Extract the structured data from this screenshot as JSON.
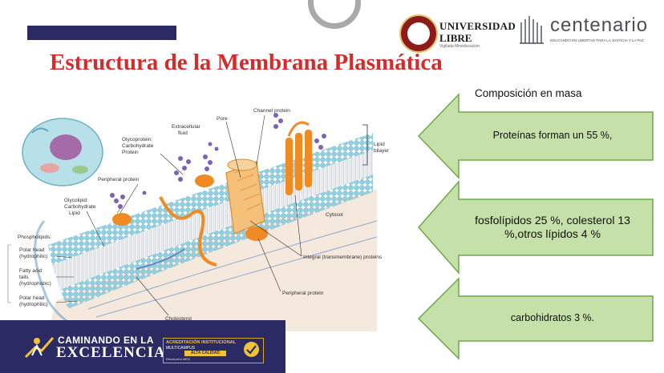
{
  "slide": {
    "title": "Estructura de la Membrana Plasmática"
  },
  "logos": {
    "universidad_line1": "UNIVERSIDAD",
    "universidad_line2": "LIBRE",
    "universidad_tagline": "Vigilada Mineducación",
    "centenario_name": "centenario",
    "centenario_tagline": "EDUCANDO EN LIBERTAD PARA LA JUSTICIA Y LA PAZ"
  },
  "composition": {
    "heading": "Composición en masa",
    "items": [
      "Proteínas forman un 55 %,",
      "fosfolípidos 25 %, colesterol 13 %,otros lípidos 4 %",
      "carbohidratos 3 %."
    ]
  },
  "diagram": {
    "labels": {
      "channel_protein": "Channel protein",
      "pore": "Pore",
      "extracellular_fluid_1": "Extracellular",
      "extracellular_fluid_2": "fluid",
      "glycoprotein_1": "Glycoprotein:",
      "glycoprotein_2": "Carbohydrate",
      "glycoprotein_3": "Protein",
      "peripheral_protein_top": "Peripheral protein",
      "glycolipid_1": "Glycolipid:",
      "glycolipid_2": "Carbohydrate",
      "glycolipid_3": "Lipid",
      "lipid_bilayer_1": "Lipid",
      "lipid_bilayer_2": "bilayer",
      "cytosol": "Cytosol",
      "phospholipids": "Phospholipids:",
      "polar_head_1a": "Polar head",
      "polar_head_1b": "(hydrophilic)",
      "fatty_acid_1": "Fatty acid",
      "fatty_acid_2": "tails",
      "fatty_acid_3": "(hydrophobic)",
      "polar_head_2a": "Polar head",
      "polar_head_2b": "(hydrophilic)",
      "integral_proteins": "Integral (transmembrane) proteins",
      "peripheral_protein_bottom": "Peripheral protein",
      "cholesterol": "Cholesterol"
    }
  },
  "banner": {
    "line1": "CAMINANDO EN LA",
    "line2": "EXCELENCIA",
    "acc_line1": "ACREDITACIÓN INSTITUCIONAL",
    "acc_line2": "MULTICAMPUS",
    "acc_line3": "ALTA CALIDAD",
    "acc_line4": "Resolución MEN"
  },
  "colors": {
    "title": "#d32c2a",
    "navy": "#2b2a63",
    "arrow_fill": "#c5e0a8",
    "arrow_stroke": "#6fa84a",
    "membrane_head": "#8fcfe0",
    "protein": "#f08a22"
  }
}
